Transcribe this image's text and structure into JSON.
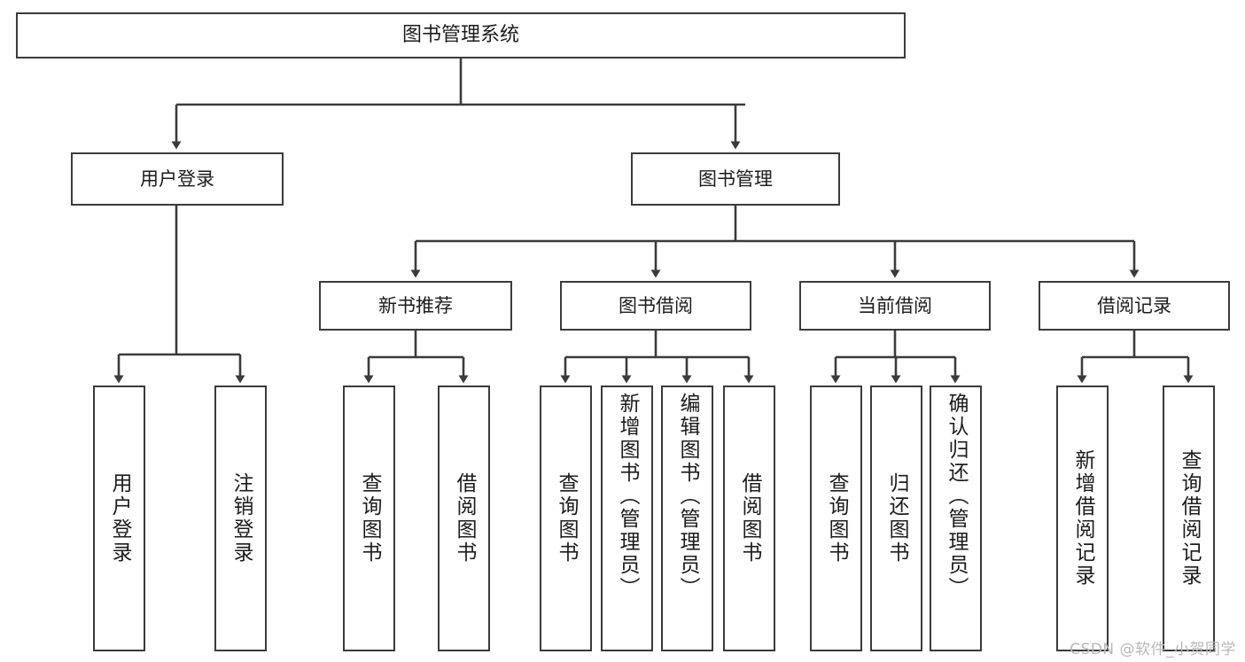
{
  "diagram": {
    "title": "图书管理系统",
    "type": "tree-hierarchy",
    "root": {
      "label": "图书管理系统"
    },
    "level2": [
      {
        "label": "用户登录"
      },
      {
        "label": "图书管理"
      }
    ],
    "level3": [
      {
        "label": "新书推荐"
      },
      {
        "label": "图书借阅"
      },
      {
        "label": "当前借阅"
      },
      {
        "label": "借阅记录"
      }
    ],
    "leaves": {
      "user_login": [
        {
          "label": "用户登录"
        },
        {
          "label": "注销登录"
        }
      ],
      "new_book_recommend": [
        {
          "label": "查询图书"
        },
        {
          "label": "借阅图书"
        }
      ],
      "book_borrow": [
        {
          "label": "查询图书"
        },
        {
          "label": "新增图书（管理员）"
        },
        {
          "label": "编辑图书（管理员）"
        },
        {
          "label": "借阅图书"
        }
      ],
      "current_borrow": [
        {
          "label": "查询图书"
        },
        {
          "label": "归还图书"
        },
        {
          "label": "确认归还（管理员）"
        }
      ],
      "borrow_record": [
        {
          "label": "新增借阅记录"
        },
        {
          "label": "查询借阅记录"
        }
      ]
    }
  },
  "watermark": {
    "text": "CSDN @软件_小贺同学"
  },
  "colors": {
    "stroke": "#3b3b3b",
    "background": "#ffffff",
    "text": "#1c1c1c",
    "watermark": "#b8b8b8"
  }
}
